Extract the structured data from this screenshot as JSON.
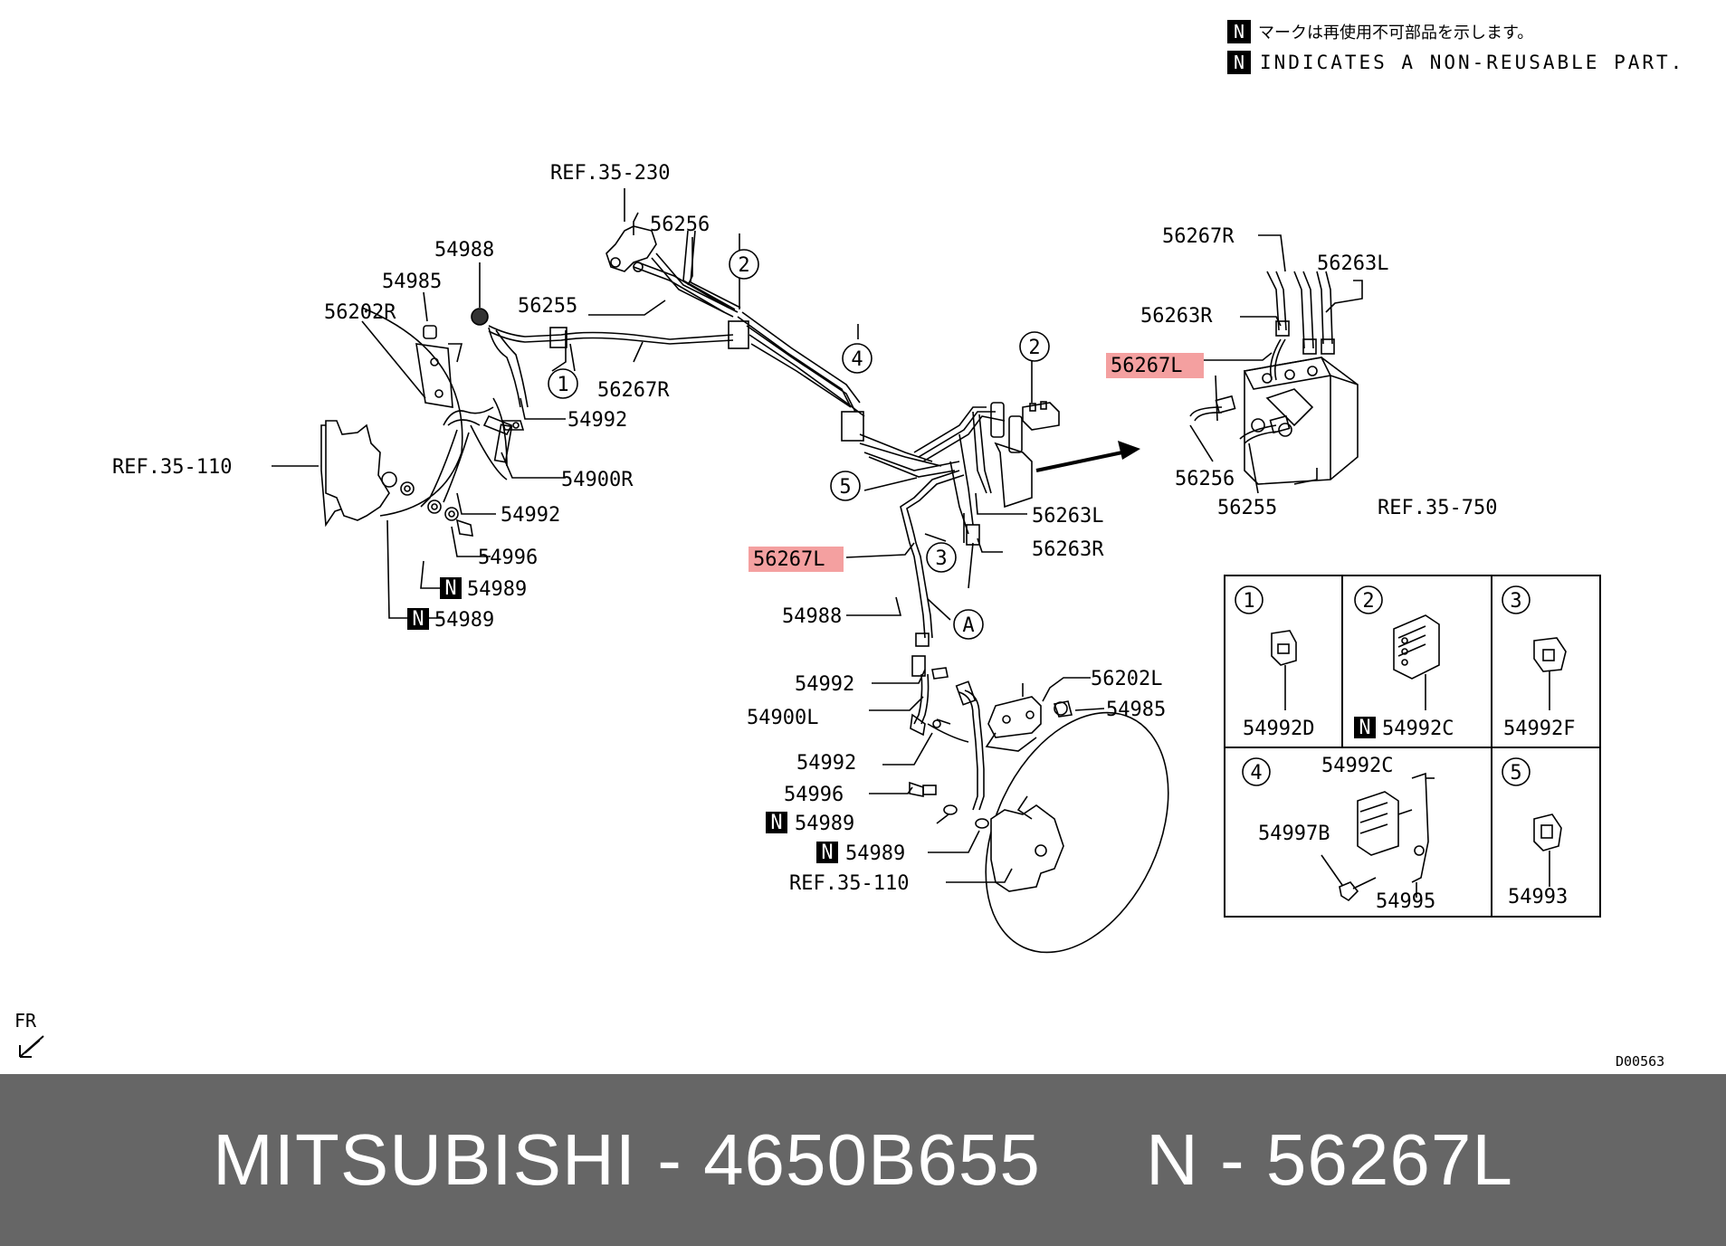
{
  "legend": {
    "badge": "N",
    "jp": "マークは再使用不可部品を示します。",
    "en": "INDICATES A NON-REUSABLE PART."
  },
  "refs": {
    "top": "REF.35-230",
    "left": "REF.35-110",
    "bottom": "REF.35-750",
    "lower": "REF.35-110"
  },
  "labels": {
    "p56256_top": "56256",
    "p56255_top": "56255",
    "p54988_top": "54988",
    "p54985_l": "54985",
    "p56202R": "56202R",
    "p56267R_mid": "56267R",
    "p54992_a": "54992",
    "p54900R": "54900R",
    "p54992_b": "54992",
    "p54996_l": "54996",
    "p54989_a": "54989",
    "p54989_b": "54989",
    "p56267L_hl": "56267L",
    "p54988_mid": "54988",
    "p56263L_mid": "56263L",
    "p56263R_mid": "56263R",
    "p56267R_r": "56267R",
    "p56263L_r": "56263L",
    "p56263R_r": "56263R",
    "p56267L_r": "56267L",
    "p56256_r": "56256",
    "p56255_r": "56255",
    "p54992_c": "54992",
    "p54900L": "54900L",
    "p54992_d": "54992",
    "p54996_b": "54996",
    "p54989_c": "54989",
    "p54989_d": "54989",
    "p56202L": "56202L",
    "p54985_b": "54985",
    "circle_A": "A"
  },
  "callouts": [
    "1",
    "2",
    "2",
    "3",
    "4",
    "5"
  ],
  "detail": {
    "cells": [
      {
        "num": "1",
        "part": "54992D"
      },
      {
        "num": "2",
        "part": "54992C",
        "badge": "N"
      },
      {
        "num": "3",
        "part": "54992F"
      },
      {
        "num": "4",
        "parts": [
          "54992C",
          "54997B",
          "54995"
        ]
      },
      {
        "num": "5",
        "part": "54993"
      }
    ]
  },
  "fr": "FR",
  "code": "D00563",
  "footer": "MITSUBISHI - 4650B655     N - 56267L",
  "colors": {
    "highlight": "#f4a0a0",
    "footer_bg": "#666666",
    "footer_text": "#ffffff"
  }
}
